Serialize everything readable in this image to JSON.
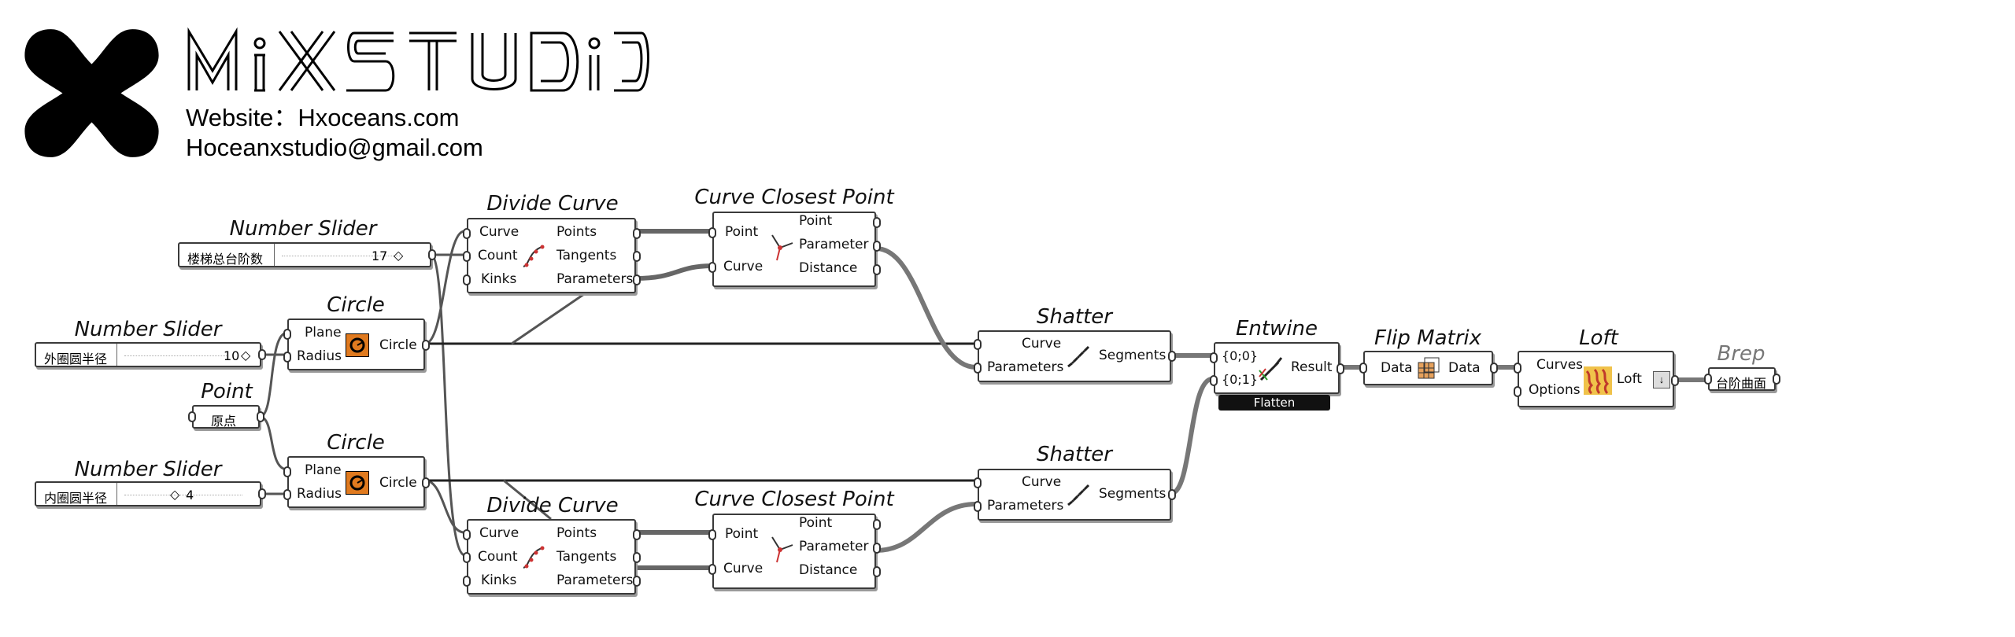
{
  "header": {
    "brand": "MiXSTUDIO",
    "website": "Website：Hxoceans.com",
    "email": "Hoceanxstudio@gmail.com"
  },
  "sliders": [
    {
      "title": "Number Slider",
      "name": "楼梯总台阶数",
      "value": "17"
    },
    {
      "title": "Number Slider",
      "name": "外圈圆半径",
      "value": "10"
    },
    {
      "title": "Number Slider",
      "name": "内圈圆半径",
      "value": "4"
    }
  ],
  "point": {
    "title": "Point",
    "name": "原点"
  },
  "circle_top": {
    "title": "Circle",
    "inputs": [
      "Plane",
      "Radius"
    ],
    "outputs": [
      "Circle"
    ]
  },
  "circle_bottom": {
    "title": "Circle",
    "inputs": [
      "Plane",
      "Radius"
    ],
    "outputs": [
      "Circle"
    ]
  },
  "divide_top": {
    "title": "Divide Curve",
    "inputs": [
      "Curve",
      "Count",
      "Kinks"
    ],
    "outputs": [
      "Points",
      "Tangents",
      "Parameters"
    ]
  },
  "divide_bottom": {
    "title": "Divide Curve",
    "inputs": [
      "Curve",
      "Count",
      "Kinks"
    ],
    "outputs": [
      "Points",
      "Tangents",
      "Parameters"
    ]
  },
  "ccp_top": {
    "title": "Curve Closest Point",
    "inputs": [
      "Point",
      "Curve"
    ],
    "outputs": [
      "Point",
      "Parameter",
      "Distance"
    ]
  },
  "ccp_bottom": {
    "title": "Curve Closest Point",
    "inputs": [
      "Point",
      "Curve"
    ],
    "outputs": [
      "Point",
      "Parameter",
      "Distance"
    ]
  },
  "shatter_top": {
    "title": "Shatter",
    "inputs": [
      "Curve",
      "Parameters"
    ],
    "outputs": [
      "Segments"
    ]
  },
  "shatter_bottom": {
    "title": "Shatter",
    "inputs": [
      "Curve",
      "Parameters"
    ],
    "outputs": [
      "Segments"
    ]
  },
  "entwine": {
    "title": "Entwine",
    "inputs": [
      "{0;0}",
      "{0;1}"
    ],
    "outputs": [
      "Result"
    ],
    "flag": "Flatten"
  },
  "flip": {
    "title": "Flip Matrix",
    "inputs": [
      "Data"
    ],
    "outputs": [
      "Data"
    ]
  },
  "loft": {
    "title": "Loft",
    "inputs": [
      "Curves",
      "Options"
    ],
    "outputs": [
      "Loft"
    ]
  },
  "brep": {
    "title": "Brep",
    "name": "台阶曲面"
  },
  "colors": {
    "wire": "#4a4a4a",
    "wire_selected": "#2a2a2a",
    "box_border": "#3a3a3a",
    "icon_orange": "#e07a1f"
  }
}
